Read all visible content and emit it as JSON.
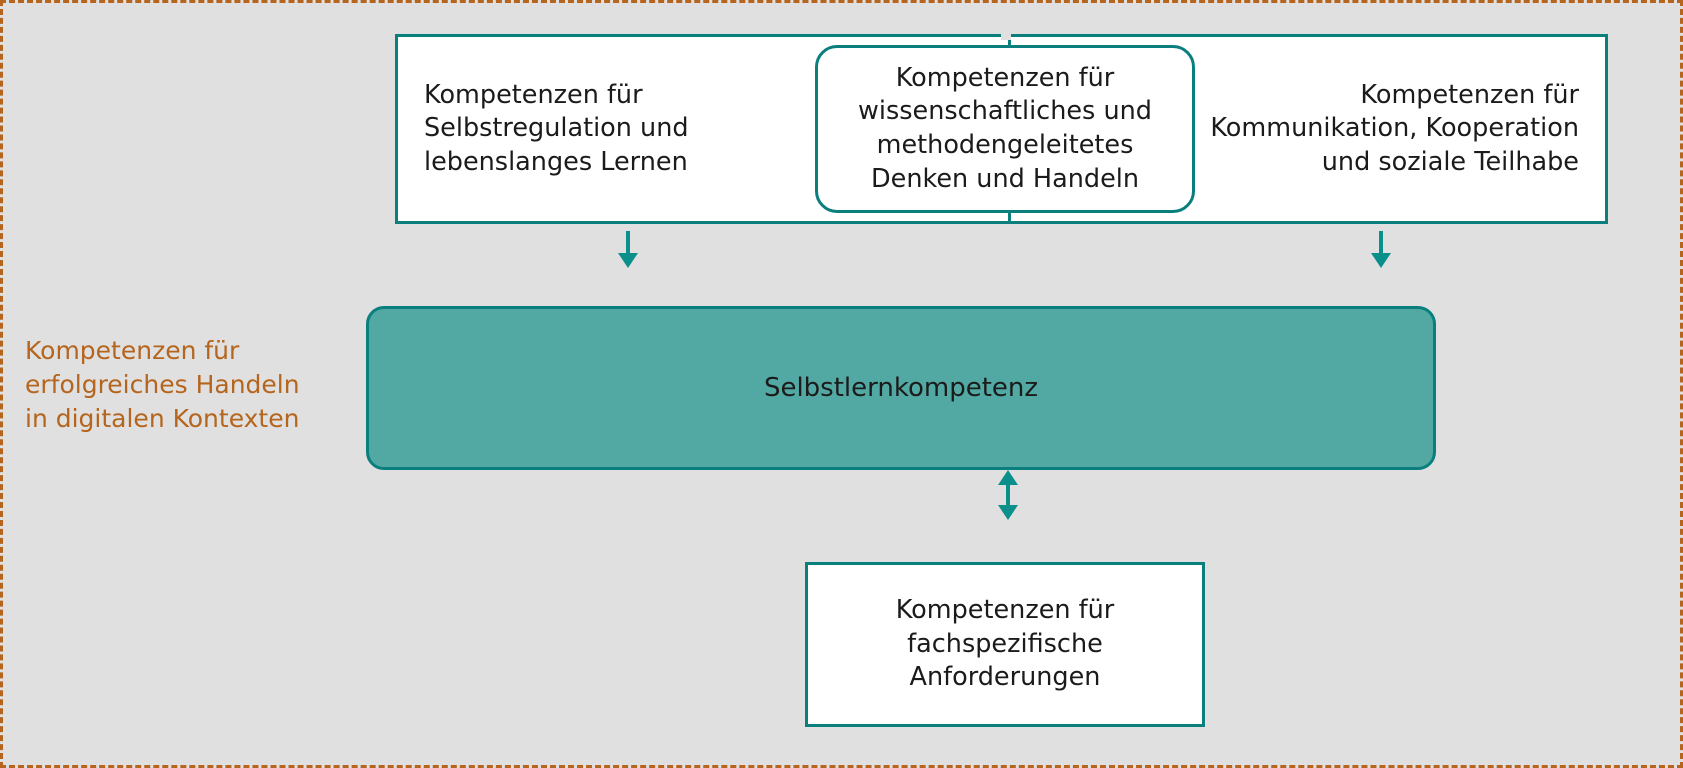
{
  "diagram": {
    "title": "Selbstlernkompetenz",
    "background_color": "#e0e0e0",
    "border_color": "#b5651d",
    "accent_color": "#0b7f7d",
    "fill_color": "#52a9a4",
    "caption": "Kompetenzen für\nerfolgreiches Handeln\nin digitalen Kontexten",
    "top_boxes": [
      {
        "id": "self-regulation",
        "label": "Kompetenzen für\nSelbstregulation und\nlebenslanges Lernen",
        "align": "left"
      },
      {
        "id": "scientific-method",
        "label": "Kompetenzen für\nwissenschaftliches und\nmethodengeleitetes\nDenken und Handeln",
        "align": "center"
      },
      {
        "id": "communication",
        "label": "Kompetenzen für\nKommunikation, Kooperation\nund soziale Teilhabe",
        "align": "right"
      }
    ],
    "center_bar": {
      "id": "selbstlernkompetenz",
      "label": "Selbstlernkompetenz"
    },
    "bottom_box": {
      "id": "subject-specific",
      "label": "Kompetenzen für\nfachspezifische\nAnforderungen"
    },
    "arrows": [
      {
        "id": "arrow-left",
        "direction": "down"
      },
      {
        "id": "arrow-right",
        "direction": "down"
      },
      {
        "id": "arrow-bidir",
        "direction": "up-down"
      }
    ]
  }
}
